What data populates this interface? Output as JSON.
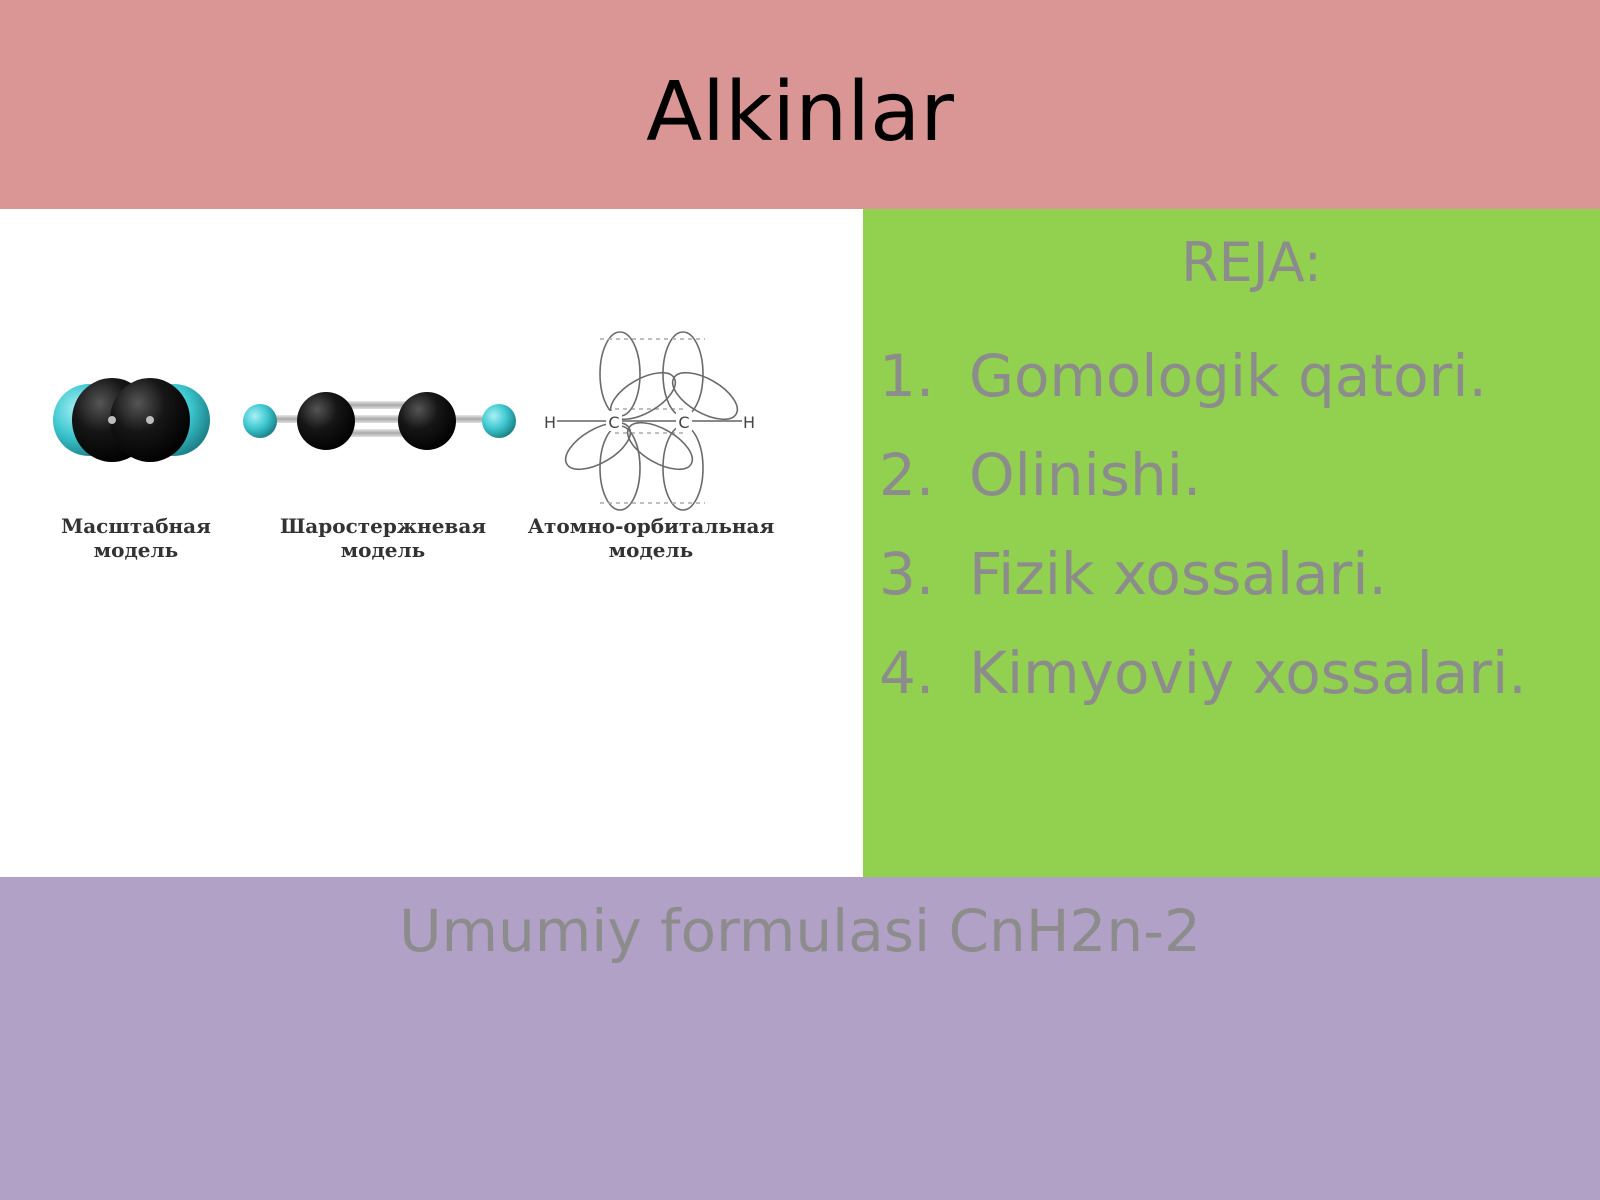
{
  "title": "Alkinlar",
  "figure": {
    "models": [
      {
        "caption_line1": "Масштабная",
        "caption_line2": "модель"
      },
      {
        "caption_line1": "Шаростержневая",
        "caption_line2": "модель"
      },
      {
        "caption_line1": "Атомно-орбитальная",
        "caption_line2": "модель"
      }
    ],
    "atom_labels": {
      "h": "H",
      "c": "C"
    },
    "colors": {
      "carbon": "#111111",
      "hydrogen": "#3cc6cf"
    }
  },
  "plan": {
    "heading": "REJA:",
    "items": [
      {
        "num": "1.",
        "text": "Gomologik qatori."
      },
      {
        "num": "2.",
        "text": "Olinishi."
      },
      {
        "num": "3.",
        "text": "Fizik xossalari."
      },
      {
        "num": "4.",
        "text": "Kimyoviy xossalari."
      }
    ]
  },
  "footer": {
    "text": "Umumiy formulasi CnH2n-2"
  },
  "colors": {
    "title_band": "#d99694",
    "plan_panel": "#92d050",
    "footer_band": "#b2a1c7",
    "muted_text": "#8c8c8c"
  }
}
